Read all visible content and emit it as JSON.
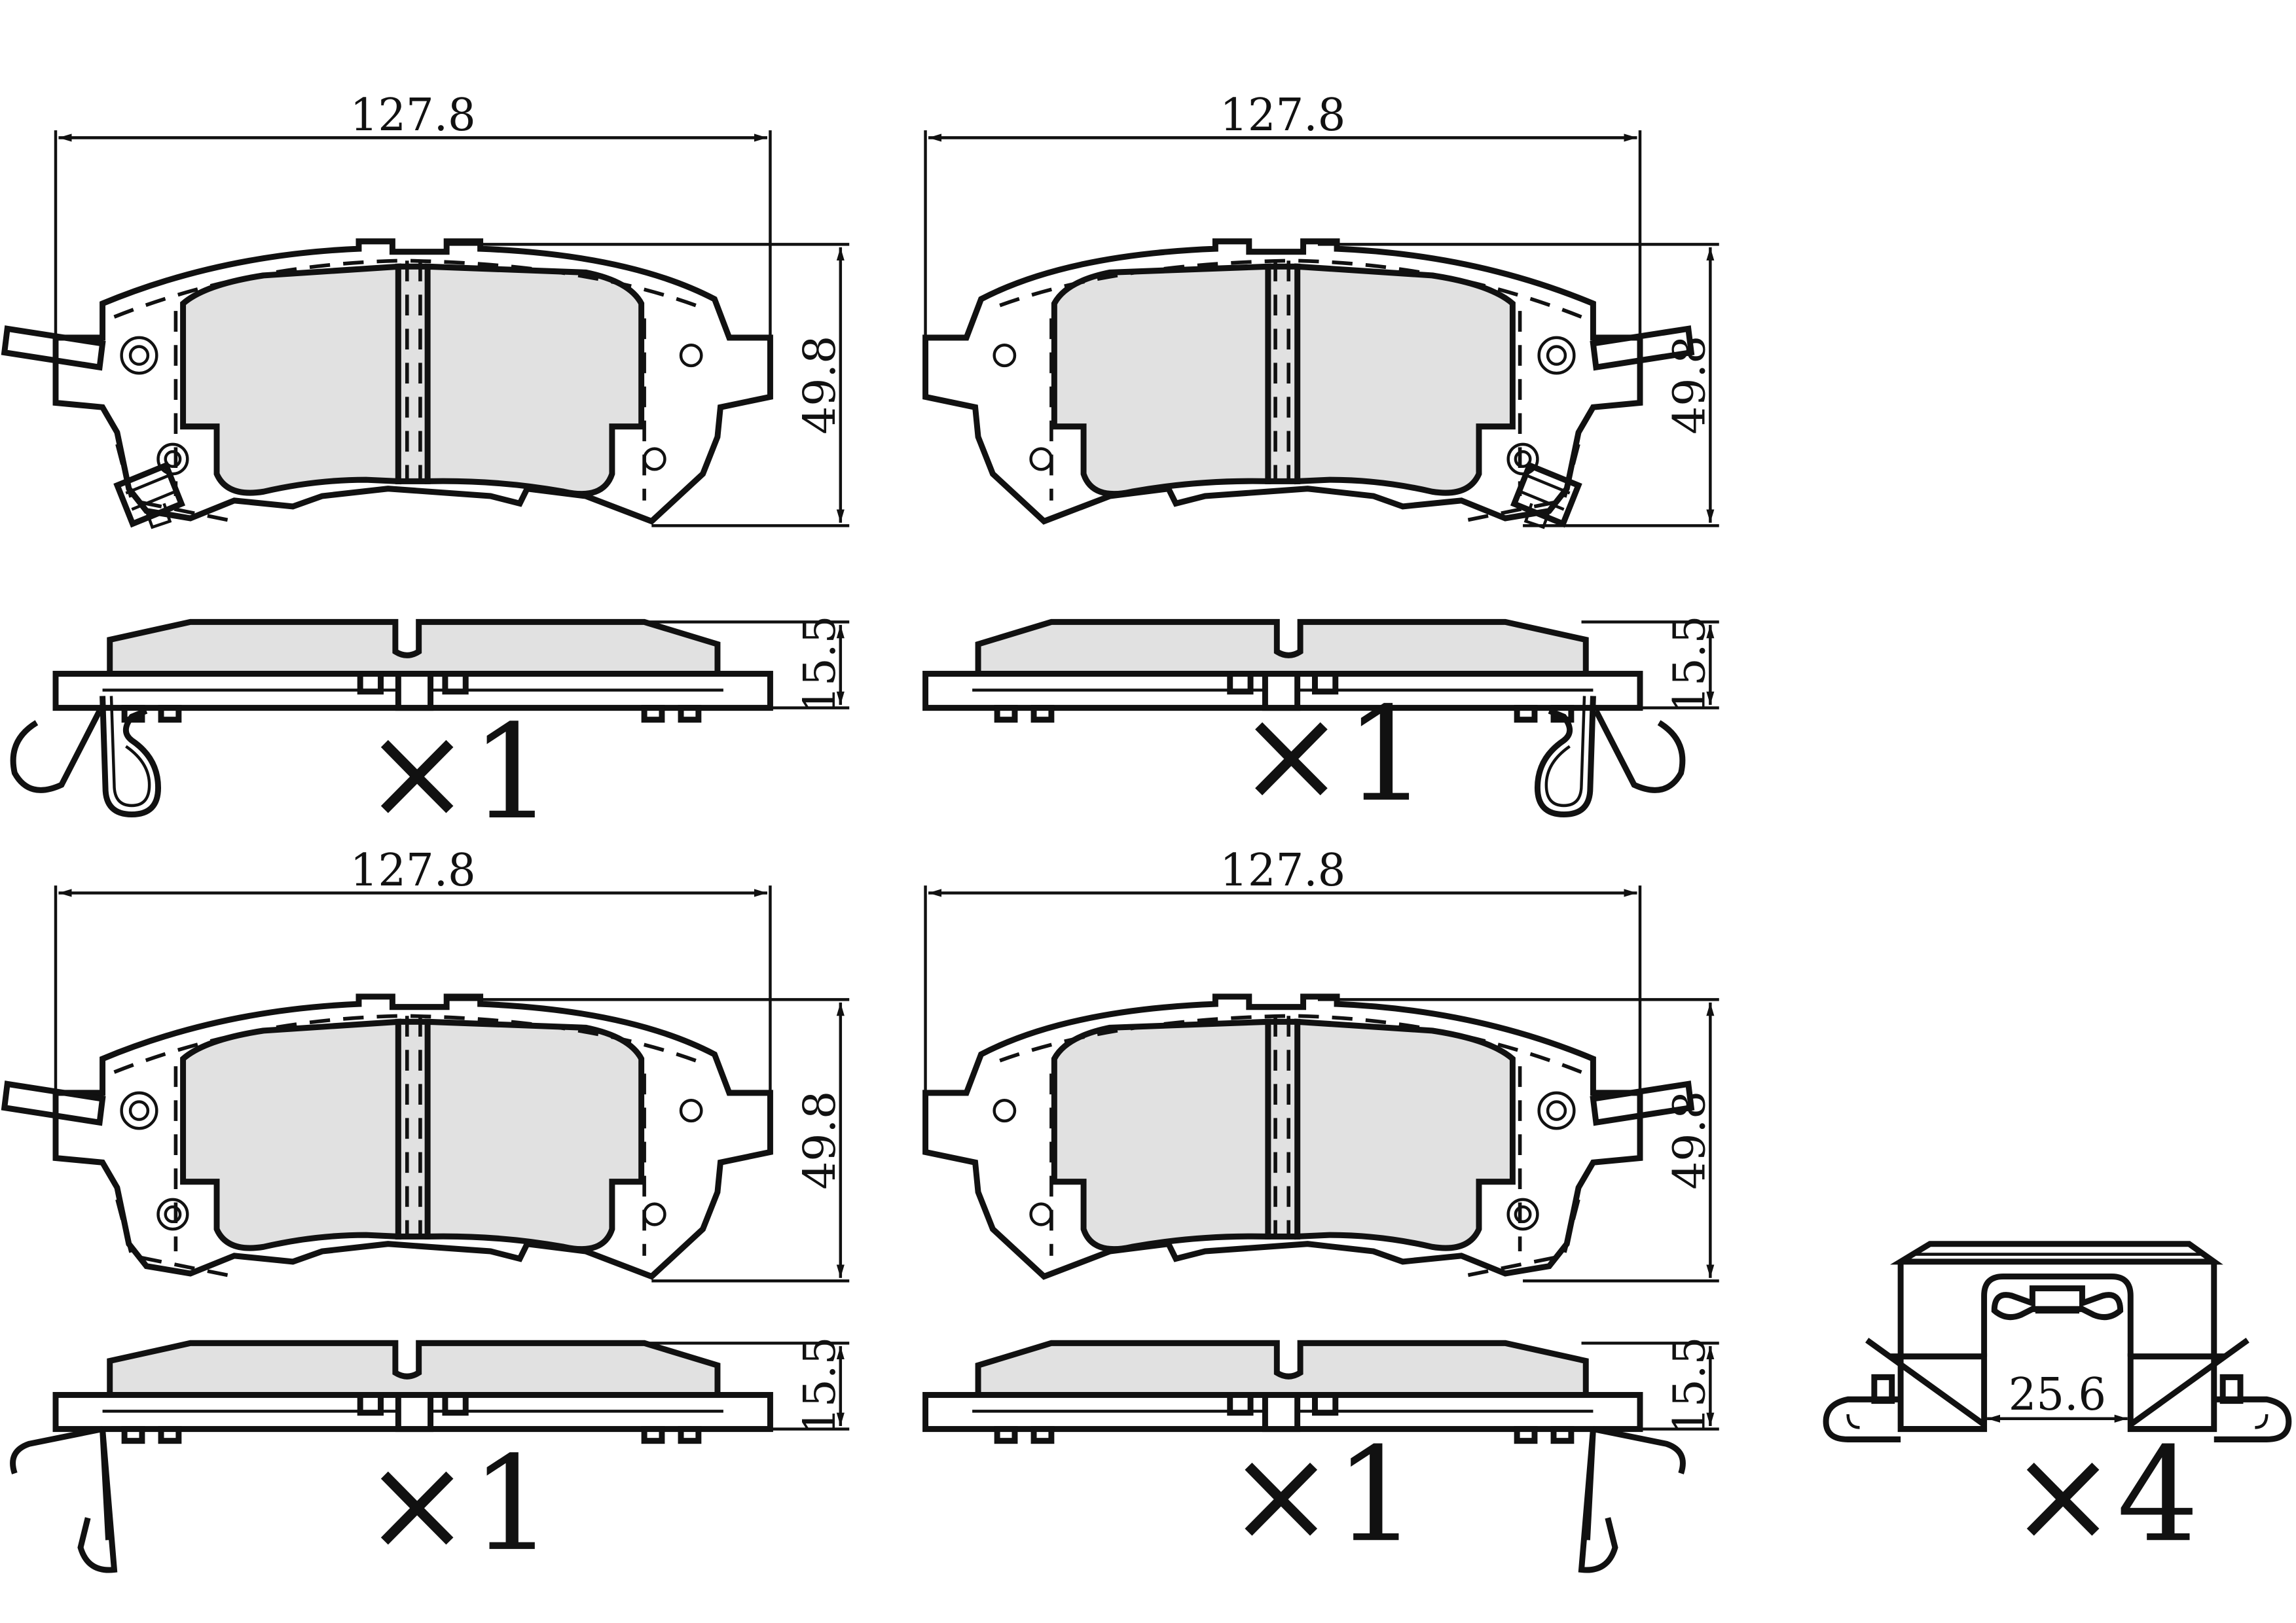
{
  "colors": {
    "pad_fill": "#e1e1e1",
    "line": "#111111",
    "background": "#ffffff"
  },
  "pads": [
    {
      "width": "127.8",
      "height": "49.8",
      "thickness": "15.5",
      "quantity": "×1"
    },
    {
      "width": "127.8",
      "height": "49.8",
      "thickness": "15.5",
      "quantity": "×1"
    },
    {
      "width": "127.8",
      "height": "49.8",
      "thickness": "15.5",
      "quantity": "×1"
    },
    {
      "width": "127.8",
      "height": "49.8",
      "thickness": "15.5",
      "quantity": "×1"
    }
  ],
  "clip": {
    "width": "25.6",
    "quantity": "×4"
  }
}
